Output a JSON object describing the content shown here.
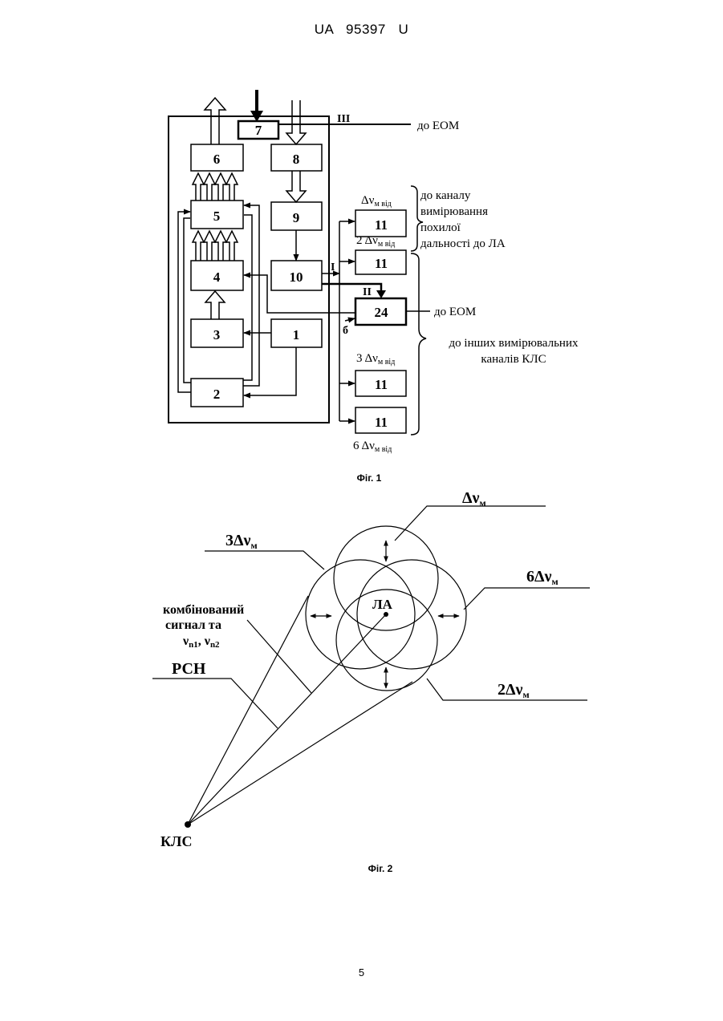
{
  "header": "UA   95397   U",
  "page_number": "5",
  "fig1": {
    "caption": "Фіг. 1",
    "blocks": [
      "1",
      "2",
      "3",
      "4",
      "5",
      "6",
      "7",
      "8",
      "9",
      "10",
      "11",
      "24"
    ],
    "roman": [
      "I",
      "II",
      "III"
    ],
    "label_b": "б",
    "to_eom": "до ЕОМ",
    "to_channel_lines": [
      "до каналу",
      "вимірювання",
      "похилої",
      "дальності до ЛА"
    ],
    "to_other_lines": [
      "до інших вимірювальних",
      "каналів КЛС"
    ],
    "dnu": "Δν",
    "sub_m_vid": "м від",
    "coef_2": "2",
    "coef_3": "3",
    "coef_6": "6"
  },
  "fig2": {
    "caption": "Фіг. 2",
    "d1_coef": "",
    "d2_coef": "2",
    "d3_coef": "3",
    "d6_coef": "6",
    "dnu": "Δν",
    "sub_m": "м",
    "la": "ЛА",
    "klc": "КЛС",
    "rsn": "РСН",
    "combined_line1": "комбінований",
    "combined_line2": "сигнал та",
    "nu": "ν",
    "sub_n1": "n1",
    "sub_n2": "n2"
  }
}
